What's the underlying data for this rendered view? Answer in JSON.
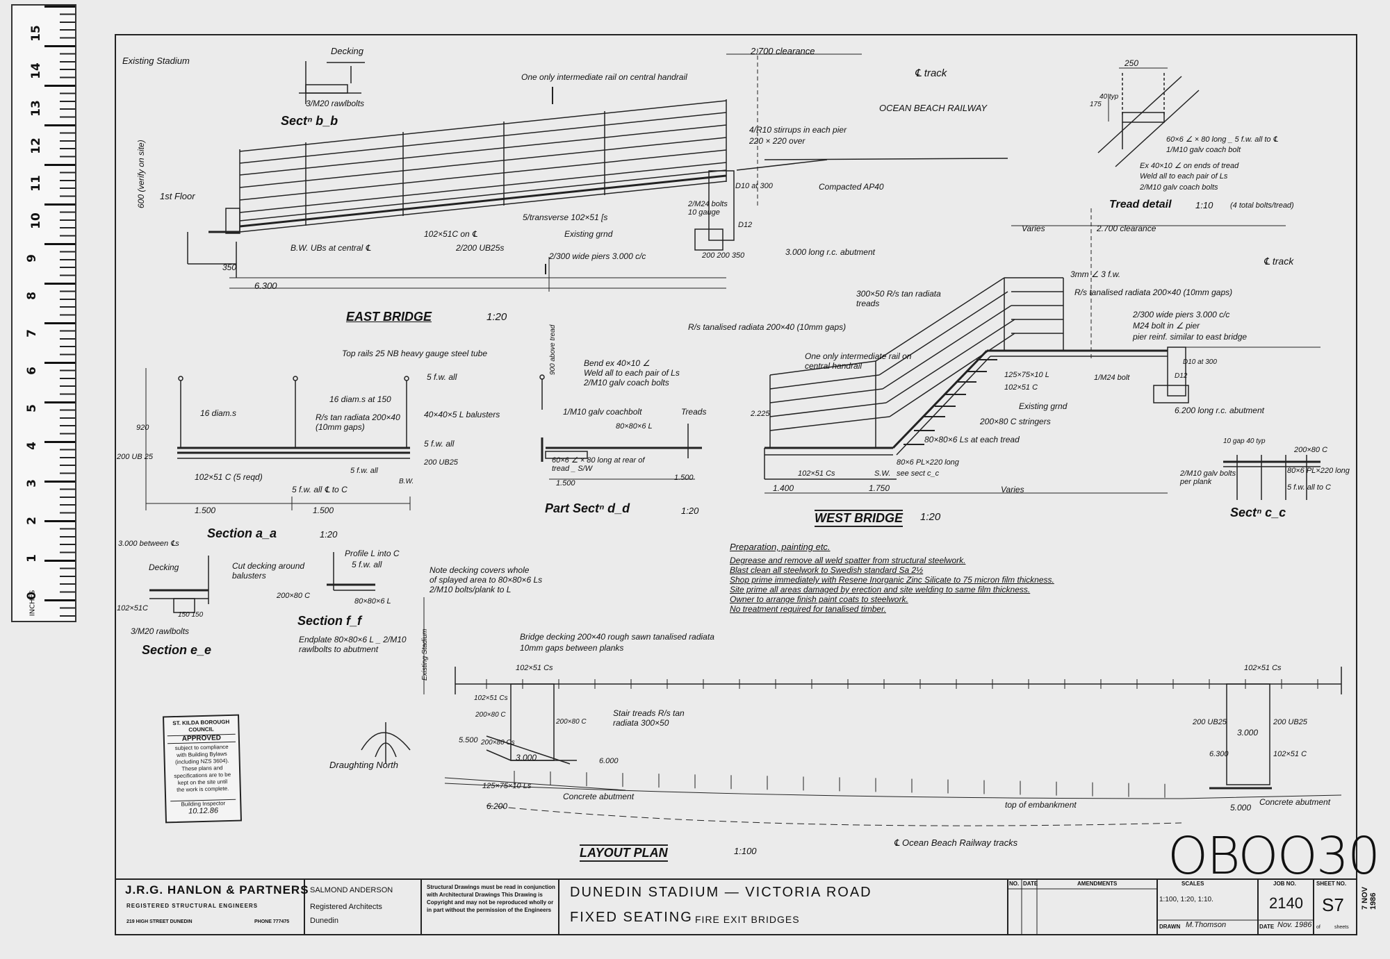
{
  "sheet": {
    "drawing_number": "OBOO30",
    "stamp_date_side": "7 NOV 1986"
  },
  "ruler": {
    "numbers": [
      "15",
      "14",
      "13",
      "12",
      "11",
      "10",
      "9",
      "8",
      "7",
      "6",
      "5",
      "4",
      "3",
      "2",
      "1",
      "0"
    ],
    "unit_label": "INCHES"
  },
  "east_bridge": {
    "title": "EAST BRIDGE",
    "scale": "1:20",
    "labels": {
      "existing_stadium": "Existing Stadium",
      "decking": "Decking",
      "intermediate_rail": "One only intermediate rail on central handrail",
      "clearance": "2.700 clearance",
      "track": "℄ track",
      "railway": "OCEAN BEACH RAILWAY",
      "strirrups": "4/R10 stirrups in each pier",
      "pier_size": "220 × 220 over",
      "compacted": "Compacted AP40",
      "first_floor": "1st Floor",
      "bolts": "2/M24 bolts 10 gauge",
      "transverse": "5/transverse 102×51 [s",
      "existing_grnd": "Existing grnd",
      "piers": "2/300 wide piers 3.000 c/c",
      "abutment": "3.000 long r.c. abutment",
      "bw_ubs": "B.W. UBs at central ℄",
      "ub": "2/200 UB25s",
      "ch": "102×51C on ℄",
      "dim_600": "600 (verify on site)",
      "dim_350": "350",
      "dim_6300": "6.300",
      "dim_200_200_350": "200 200 350",
      "rawlbolts": "3/M20 rawlbolts",
      "sect_bb": "Sectⁿ b_b",
      "d10": "D10 at 300",
      "d12": "D12"
    }
  },
  "tread_detail": {
    "title": "Tread detail",
    "scale": "1:10",
    "note": "(4 total bolts/tread)",
    "labels": {
      "dim_250": "250",
      "dim_40": "40 typ",
      "dim_175": "175",
      "angle": "60×6 ∠ × 80 long _ 5 f.w. all to ℄",
      "bolt": "1/M10 galv coach bolt",
      "ends": "Ex 40×10 ∠ on ends of tread",
      "weld": "Weld all to each pair of Ls",
      "coach": "2/M10 galv coach bolts"
    }
  },
  "west_bridge": {
    "title": "WEST BRIDGE",
    "scale": "1:20",
    "labels": {
      "varies": "Varies",
      "clearance": "2.700 clearance",
      "track": "℄ track",
      "mm_fw": "3mm ∠ 3 f.w.",
      "treads": "300×50 R/s tan radiata treads",
      "radiata": "R/s tanalised radiata 200×40 (10mm gaps)",
      "piers": "2/300 wide piers 3.000 c/c",
      "bolt": "M24 bolt in ∠ pier",
      "reinf": "pier reinf. similar to east bridge",
      "radiata2": "R/s tanalised radiata 200×40 (10mm gaps)",
      "intermediate": "One only intermediate rail on central handrail",
      "stringers": "200×80 C stringers",
      "angles": "80×80×6 Ls at each tread",
      "existing": "Existing grnd",
      "abutment": "6.200 long r.c. abutment",
      "pl": "80×6 PL×220 long",
      "see_sect": "see sect c_c",
      "dim_1400": "1.400",
      "dim_1750": "1.750",
      "dim_2225": "2.225",
      "c125": "125×75×10 L",
      "c102": "102×51 C",
      "d10": "D10 at 300",
      "d12": "D12",
      "m24": "1/M24 bolt",
      "c102b": "102×51 Cs",
      "sw": "S.W."
    }
  },
  "section_aa": {
    "title": "Section a_a",
    "scale": "1:20",
    "labels": {
      "top_rails": "Top rails 25 NB heavy gauge steel tube",
      "above_tread": "900 above tread",
      "fw": "5 f.w. all",
      "diams": "16 diam.s",
      "diams_150": "16 diam.s at 150",
      "radiata": "R/s tan radiata 200×40 (10mm gaps)",
      "balusters": "40×40×5 L balusters",
      "fw2": "5 f.w. all",
      "ub": "200 UB 25",
      "ub2": "200 UB25",
      "c": "102×51 C (5 reqd)",
      "fw3": "5 f.w. all",
      "fw4": "5 f.w. all ℄ to C",
      "bw": "B.W.",
      "dim_1500a": "1.500",
      "dim_1500b": "1.500",
      "dim_920": "920"
    }
  },
  "part_sect_dd": {
    "title": "Part Sectⁿ d_d",
    "scale": "1:20",
    "labels": {
      "bend": "Bend ex 40×10 ∠",
      "weld": "Weld all to each pair of Ls",
      "coach": "2/M10 galv coach bolts",
      "coachbolt": "1/M10 galv coachbolt",
      "treads": "Treads",
      "angle": "80×80×6 L",
      "plate": "60×6 ∠ × 80 long at rear of tread _ S/W",
      "dim_1500a": "1.500",
      "dim_1500b": "1.500"
    }
  },
  "sect_cc": {
    "title": "Sectⁿ c_c",
    "labels": {
      "dims": "10 gap 40 typ",
      "c": "200×80 C",
      "bolts": "2/M10 galv bolts per plank",
      "fw": "5 f.w. all to C",
      "pl": "80×6 PL×220 long"
    }
  },
  "section_ee": {
    "title": "Section e_e",
    "labels": {
      "between": "3.000 between ℄s",
      "decking": "Decking",
      "cut": "Cut decking around balusters",
      "c": "102×51C",
      "rawlbolts": "3/M20 rawlbolts",
      "dims": "150 150"
    }
  },
  "section_ff": {
    "title": "Section f_f",
    "labels": {
      "profile": "Profile L into C",
      "fw": "5 f.w. all",
      "c": "200×80 C",
      "angle": "80×80×6 L",
      "endplate": "Endplate 80×80×6 L _ 2/M10",
      "rawl": "rawlbolts to abutment"
    }
  },
  "decking_note": {
    "lines": [
      "Note decking covers whole",
      "of splayed area to 80×80×6 Ls",
      "2/M10 bolts/plank to L"
    ]
  },
  "painting": {
    "heading": "Preparation, painting etc.",
    "lines": [
      "Degrease and remove all weld spatter from structural steelwork.",
      "Blast clean all steelwork to Swedish standard Sa 2½",
      "Shop prime immediately with Resene Inorganic Zinc Silicate to 75 micron film thickness.",
      "Site prime all areas damaged by erection and site welding to same film thickness.",
      "Owner to arrange finish paint coats to steelwork.",
      "No treatment required for tanalised timber."
    ]
  },
  "layout_plan": {
    "title": "LAYOUT PLAN",
    "scale": "1:100",
    "labels": {
      "decking": "Bridge decking 200×40 rough sawn tanalised radiata",
      "gaps": "10mm gaps between planks",
      "existing": "Existing Stadium",
      "c1": "102×51 Cs",
      "c2": "102×51 Cs",
      "c3": "102×51 Cs",
      "c4": "200×80 C",
      "c5": "200×80 C",
      "stair": "Stair treads R/s tan",
      "stair2": "radiata 300×50",
      "c125": "125×75×10 Ls",
      "concrete1": "Concrete abutment",
      "concrete2": "Concrete abutment",
      "embankment": "top of embankment",
      "tracks": "℄ Ocean Beach Railway tracks",
      "north": "Draughting North",
      "ub": "200 UB25",
      "ub2": "200 UB25",
      "c102": "102×51 C",
      "dim_3000a": "3.000",
      "dim_3000b": "3.000",
      "dim_5000": "5.000",
      "dim_6200": "6.200",
      "dim_6300": "6.300",
      "dim_6000": "6.000",
      "dim_5500": "5.500",
      "c200": "200×80 Cs"
    }
  },
  "stamp": {
    "council": "ST. KILDA BOROUGH COUNCIL",
    "status": "APPROVED",
    "lines": [
      "subject to compliance",
      "with Building Bylaws",
      "(including NZS 3604).",
      "These plans and",
      "specifications are to be",
      "kept on the site until",
      "the work is complete."
    ],
    "inspector": "Building Inspector",
    "date": "10.12.86"
  },
  "title_block": {
    "firm": "J.R.G. HANLON & PARTNERS",
    "firm_sub": "REGISTERED STRUCTURAL ENGINEERS",
    "address": "219 HIGH STREET    DUNEDIN",
    "phone": "PHONE 777475",
    "architect": "SALMOND ANDERSON",
    "architect_sub": "Registered Architects",
    "architect_city": "Dunedin",
    "notice": "Structural Drawings must be read in conjunction with Architectural Drawings This Drawing is Copyright and may not be reproduced wholly or in part without the permission of the Engineers",
    "project": "DUNEDIN STADIUM  —  VICTORIA ROAD",
    "subject_main": "FIXED SEATING",
    "subject_sub": "FIRE EXIT BRIDGES",
    "no_label": "NO.",
    "date_label": "DATE",
    "amendments_label": "AMENDMENTS",
    "scales_label": "SCALES",
    "scales_value": "1:100, 1:20, 1:10.",
    "drawn_label": "DRAWN",
    "drawn_value": "M.Thomson",
    "job_label": "JOB NO.",
    "job_value": "2140",
    "date_label2": "DATE",
    "date_value": "Nov. 1986",
    "sheet_label": "SHEET NO.",
    "sheet_value": "S7",
    "of_label": "of",
    "sheets_label": "sheets"
  }
}
